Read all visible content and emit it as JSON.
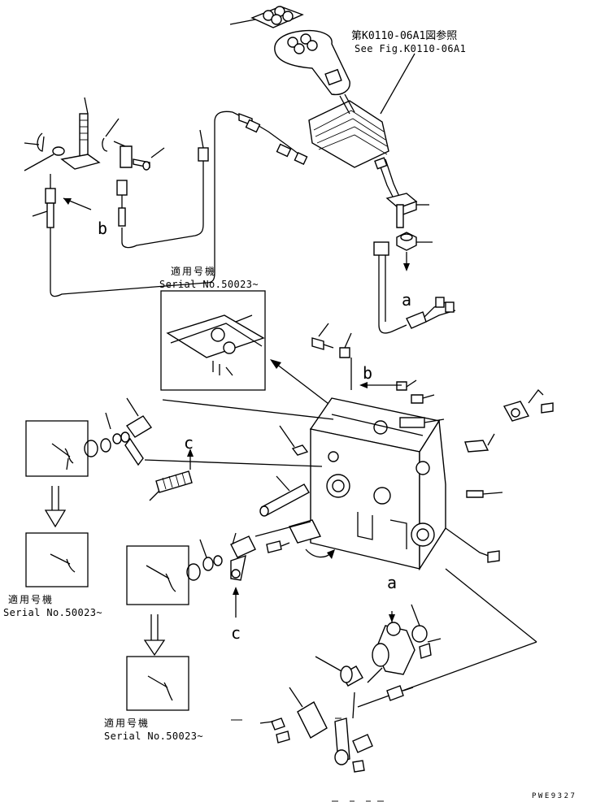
{
  "reference": {
    "jp": "第K0110-06A1図参照",
    "en": "See Fig.K0110-06A1"
  },
  "applicable_label": "適用号機",
  "serial_label": "Serial No.50023~",
  "view_markers": {
    "a": "a",
    "b": "b",
    "c": "c"
  },
  "drawing_number": "PWE9327"
}
